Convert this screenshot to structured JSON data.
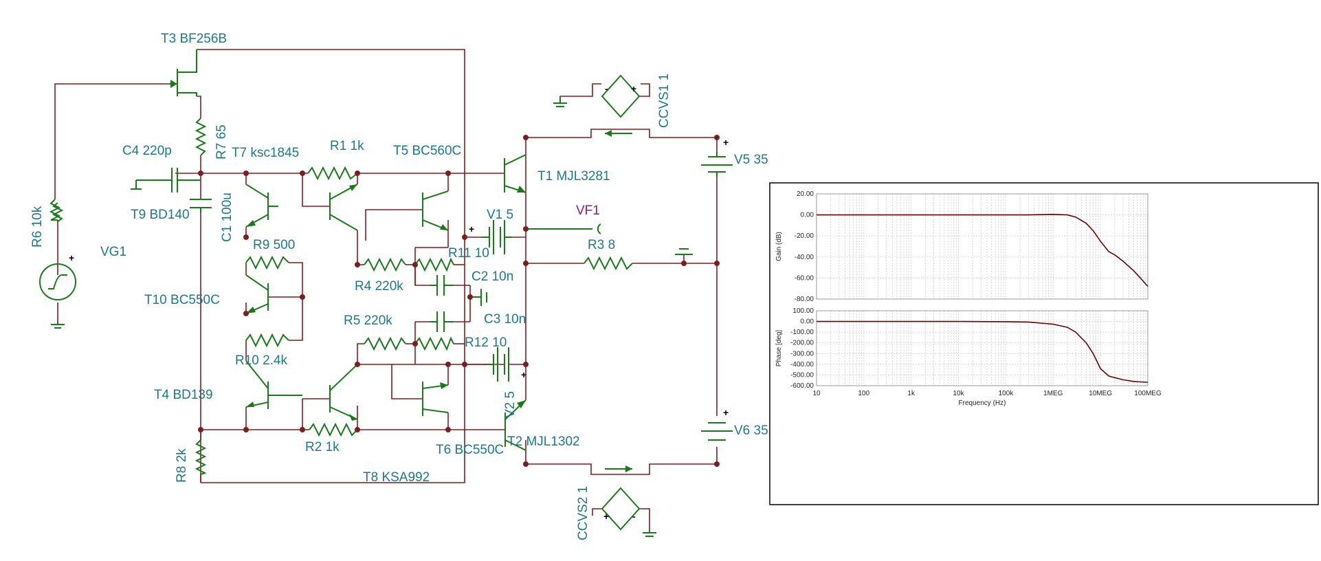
{
  "schematic": {
    "labels": {
      "t3": "T3 BF256B",
      "r7": "R7 65",
      "c4": "C4 220p",
      "t7": "T7 ksc1845",
      "r1": "R1 1k",
      "t5": "T5 BC560C",
      "t1": "T1 MJL3281",
      "ccvs1": "CCVS1 1",
      "v5": "V5 35",
      "t9": "T9 BD140",
      "c1": "C1 100u",
      "r6": "R6 10k",
      "vg1": "VG1",
      "r9": "R9 500",
      "v1": "V1 5",
      "r11": "R11 10",
      "vf1": "VF1",
      "r3": "R3 8",
      "r4": "R4 220k",
      "c2": "C2 10n",
      "t10": "T10 BC550C",
      "c3": "C3 10n",
      "r5": "R5 220k",
      "r12": "R12 10",
      "r10": "R10 2.4k",
      "v2": "V2 5",
      "t4": "T4 BD139",
      "r2": "R2 1k",
      "t6": "T6 BC550C",
      "t2": "T2 MJL1302",
      "v6": "V6 35",
      "r8": "R8 2k",
      "t8": "T8 KSA992",
      "ccvs2": "CCVS2 1"
    },
    "signs": {
      "plus": "+",
      "minus": "-"
    }
  },
  "chart_data": [
    {
      "type": "line",
      "title": "",
      "xlabel": "",
      "ylabel": "Gain (dB)",
      "xscale": "log",
      "xlim": [
        10,
        100000000
      ],
      "ylim": [
        -80,
        20
      ],
      "yticks": [
        "20.00",
        "0.00",
        "-20.00",
        "-40.00",
        "-60.00",
        "-80.00"
      ],
      "grid": true,
      "x": [
        10,
        100,
        1000,
        10000,
        100000,
        300000,
        1000000,
        2000000,
        3000000,
        5000000,
        7000000,
        10000000,
        15000000,
        20000000,
        30000000,
        50000000,
        70000000,
        100000000
      ],
      "series": [
        {
          "values": [
            0,
            0,
            0,
            0,
            0,
            0,
            0.5,
            0,
            -2,
            -8,
            -15,
            -25,
            -35,
            -38,
            -44,
            -53,
            -60,
            -68
          ]
        }
      ]
    },
    {
      "type": "line",
      "title": "",
      "xlabel": "Frequency (Hz)",
      "ylabel": "Phase [deg]",
      "xscale": "log",
      "xlim": [
        10,
        100000000
      ],
      "ylim": [
        -600,
        100
      ],
      "xticks": [
        "10",
        "100",
        "1k",
        "10k",
        "100k",
        "1MEG",
        "10MEG",
        "100MEG"
      ],
      "yticks": [
        "100.00",
        "0.00",
        "-100.00",
        "-200.00",
        "-300.00",
        "-400.00",
        "-500.00",
        "-600.00"
      ],
      "grid": true,
      "x": [
        10,
        100,
        1000,
        10000,
        100000,
        300000,
        1000000,
        2000000,
        3000000,
        5000000,
        7000000,
        10000000,
        15000000,
        20000000,
        30000000,
        50000000,
        70000000,
        100000000
      ],
      "series": [
        {
          "values": [
            0,
            0,
            0,
            0,
            -2,
            -5,
            -25,
            -55,
            -100,
            -200,
            -300,
            -440,
            -510,
            -525,
            -545,
            -560,
            -565,
            -568
          ]
        }
      ]
    }
  ],
  "colors": {
    "wire": "#7a1f1f",
    "component": "#1a7a1a",
    "label": "#1a7a8a",
    "probe_label": "#8a1a8a",
    "curve": "#6b0000"
  }
}
